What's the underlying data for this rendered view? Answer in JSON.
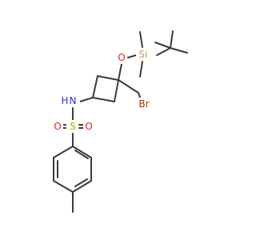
{
  "molecule": {
    "atoms": {
      "O": {
        "text": "O",
        "color": "#e02020"
      },
      "Si": {
        "text": "Si",
        "color": "#c49a5a"
      },
      "N": {
        "text": "N",
        "color": "#2f33c8"
      },
      "H": {
        "text": "H",
        "color": "#2f33c8"
      },
      "S": {
        "text": "S",
        "color": "#b8ac00"
      },
      "O_left": {
        "text": "O",
        "color": "#e02020"
      },
      "O_right": {
        "text": "O",
        "color": "#e02020"
      },
      "Br": {
        "text": "Br",
        "color": "#9a3a12"
      }
    },
    "bond_color": "#3a3a3a"
  }
}
